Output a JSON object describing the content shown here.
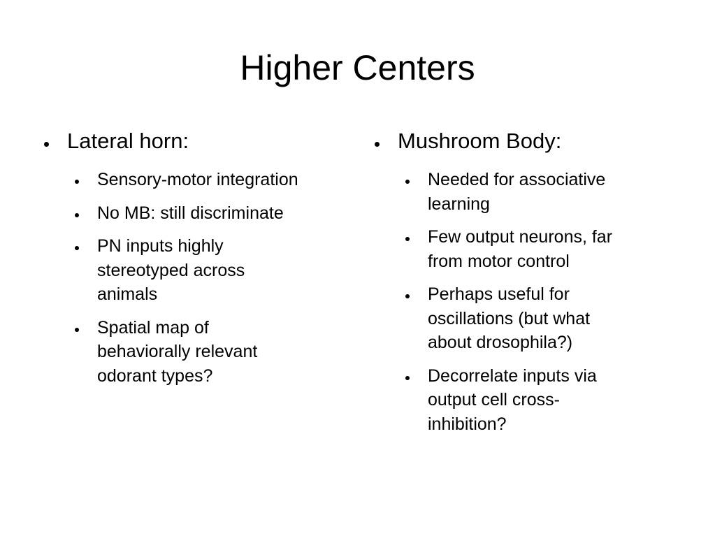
{
  "slide": {
    "title": "Higher Centers",
    "left": {
      "heading": "Lateral horn:",
      "items": [
        "Sensory-motor integration",
        "No MB: still discriminate",
        "PN inputs highly\nstereotyped across\nanimals",
        "Spatial map of\nbehaviorally relevant\nodorant types?"
      ]
    },
    "right": {
      "heading": "Mushroom Body:",
      "items": [
        "Needed for associative\nlearning",
        "Few output neurons, far\nfrom motor control",
        "Perhaps useful for\noscillations (but what\nabout drosophila?)",
        "Decorrelate inputs via\noutput cell cross-\ninhibition?"
      ]
    }
  }
}
